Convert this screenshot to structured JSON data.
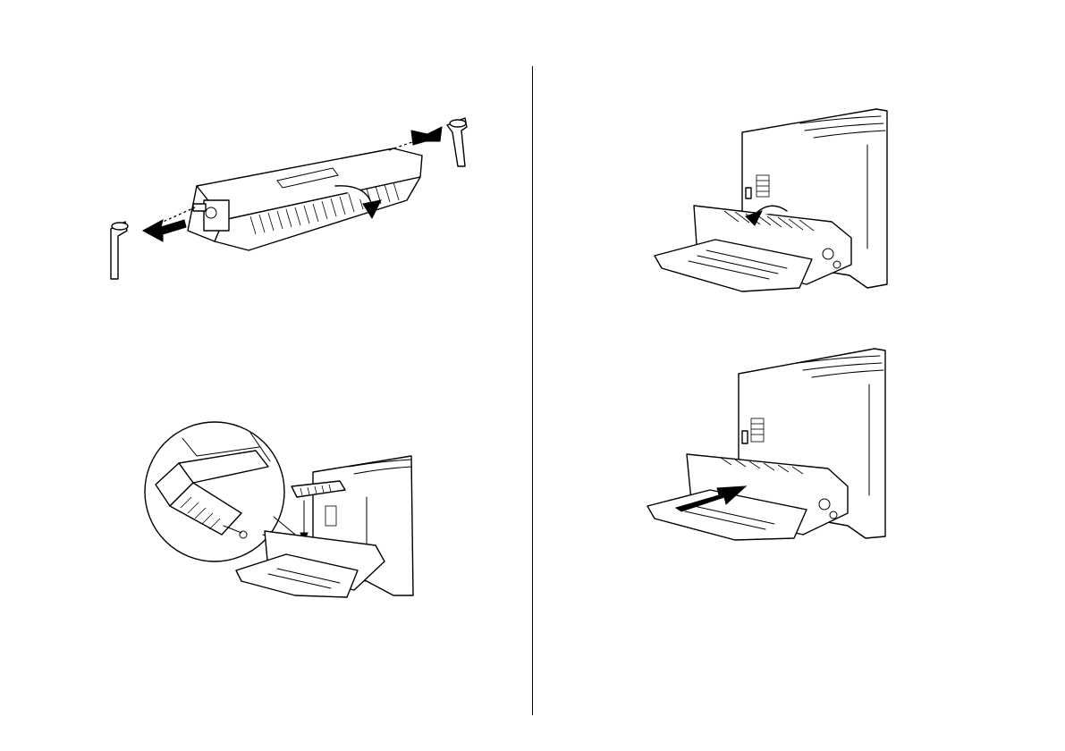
{
  "page": {
    "background": "#ffffff",
    "ink": "#000000"
  },
  "figures": [
    {
      "id": "cartridge-remove-caps",
      "icon": "toner-cartridge-illustration"
    },
    {
      "id": "fuser-open-cover",
      "icon": "printer-open-drawer-illustration"
    },
    {
      "id": "insert-cartridge-detail",
      "icon": "cartridge-install-detail-illustration"
    },
    {
      "id": "push-drawer-closed",
      "icon": "printer-close-drawer-illustration"
    }
  ]
}
